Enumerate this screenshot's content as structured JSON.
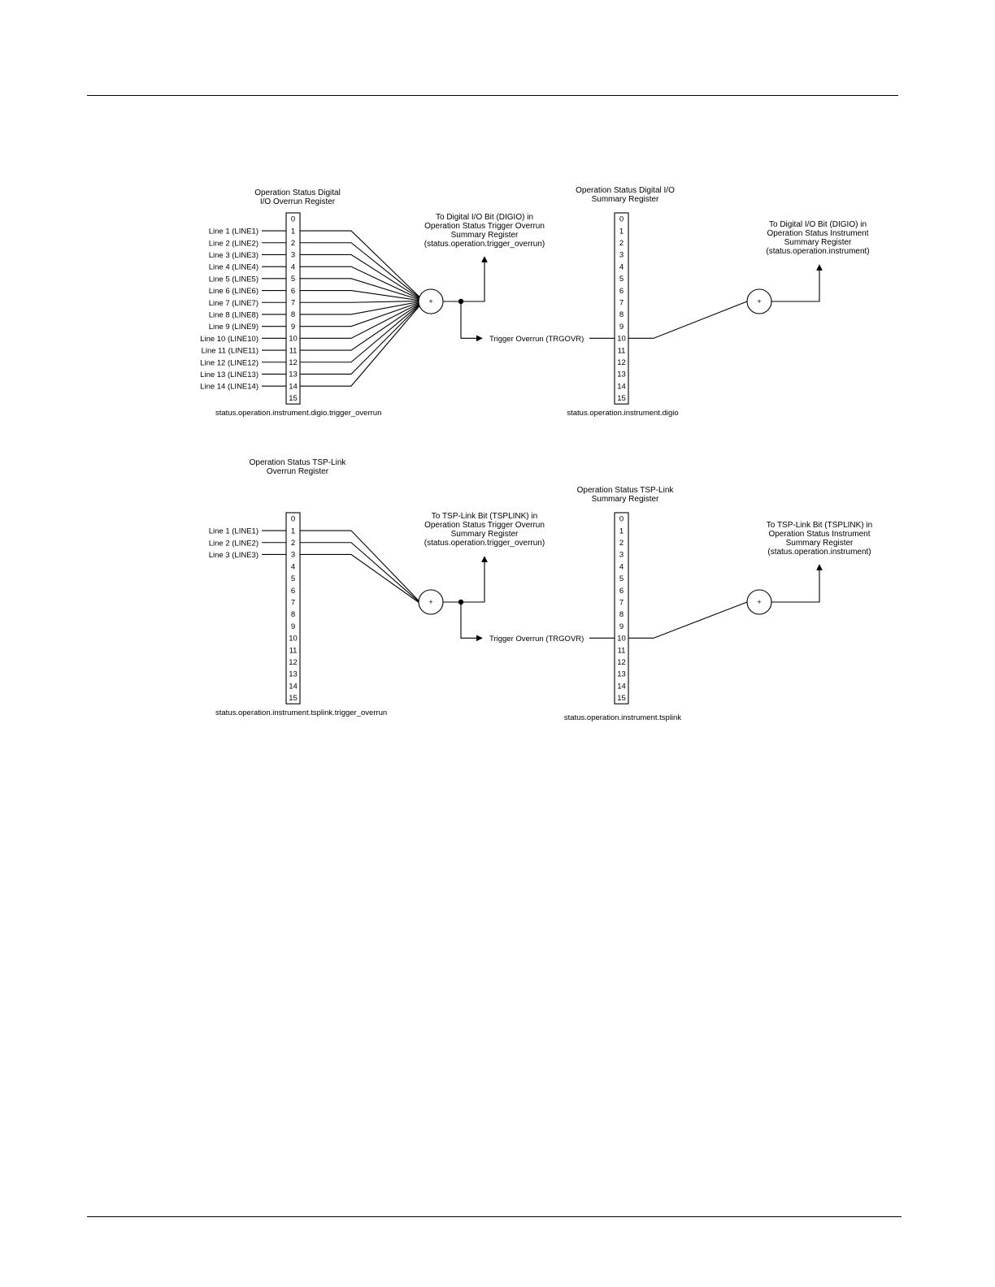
{
  "diagram": {
    "dio_overrun": {
      "title": [
        "Operation Status Digital",
        "I/O Overrun Register"
      ],
      "bits": [
        "0",
        "1",
        "2",
        "3",
        "4",
        "5",
        "6",
        "7",
        "8",
        "9",
        "10",
        "11",
        "12",
        "13",
        "14",
        "15"
      ],
      "lines": [
        "Line 1 (LINE1)",
        "Line 2 (LINE2)",
        "Line 3 (LINE3)",
        "Line 4 (LINE4)",
        "Line 5 (LINE5)",
        "Line 6 (LINE6)",
        "Line 7 (LINE7)",
        "Line 8 (LINE8)",
        "Line 9 (LINE9)",
        "Line 10 (LINE10)",
        "Line 11 (LINE11)",
        "Line 12 (LINE12)",
        "Line 13 (LINE13)",
        "Line 14 (LINE14)"
      ],
      "name": "status.operation.instrument.digio.trigger_overrun",
      "destination": [
        "To Digital I/O Bit (DIGIO) in",
        "Operation Status Trigger Overrun",
        "Summary Register",
        "(status.operation.trigger_overrun)"
      ],
      "or_symbol": "+"
    },
    "dio_summary": {
      "title": [
        "Operation Status Digital I/O",
        "Summary Register"
      ],
      "bits": [
        "0",
        "1",
        "2",
        "3",
        "4",
        "5",
        "6",
        "7",
        "8",
        "9",
        "10",
        "11",
        "12",
        "13",
        "14",
        "15"
      ],
      "input_label": "Trigger Overrun (TRGOVR)",
      "name": "status.operation.instrument.digio",
      "destination": [
        "To Digital I/O Bit (DIGIO) in",
        "Operation Status Instrument",
        "Summary Register",
        "(status.operation.instrument)"
      ],
      "or_symbol": "+"
    },
    "tsp_overrun": {
      "title": [
        "Operation Status TSP-Link",
        "Overrun Register"
      ],
      "bits": [
        "0",
        "1",
        "2",
        "3",
        "4",
        "5",
        "6",
        "7",
        "8",
        "9",
        "10",
        "11",
        "12",
        "13",
        "14",
        "15"
      ],
      "lines": [
        "Line 1 (LINE1)",
        "Line 2 (LINE2)",
        "Line 3 (LINE3)"
      ],
      "name": "status.operation.instrument.tsplink.trigger_overrun",
      "destination": [
        "To TSP-Link Bit (TSPLINK) in",
        "Operation Status Trigger Overrun",
        "Summary Register",
        "(status.operation.trigger_overrun)"
      ],
      "or_symbol": "+"
    },
    "tsp_summary": {
      "title": [
        "Operation Status TSP-Link",
        "Summary Register"
      ],
      "bits": [
        "0",
        "1",
        "2",
        "3",
        "4",
        "5",
        "6",
        "7",
        "8",
        "9",
        "10",
        "11",
        "12",
        "13",
        "14",
        "15"
      ],
      "input_label": "Trigger Overrun (TRGOVR)",
      "name": "status.operation.instrument.tsplink",
      "destination": [
        "To TSP-Link Bit (TSPLINK) in",
        "Operation Status Instrument",
        "Summary Register",
        "(status.operation.instrument)"
      ],
      "or_symbol": "+"
    }
  }
}
